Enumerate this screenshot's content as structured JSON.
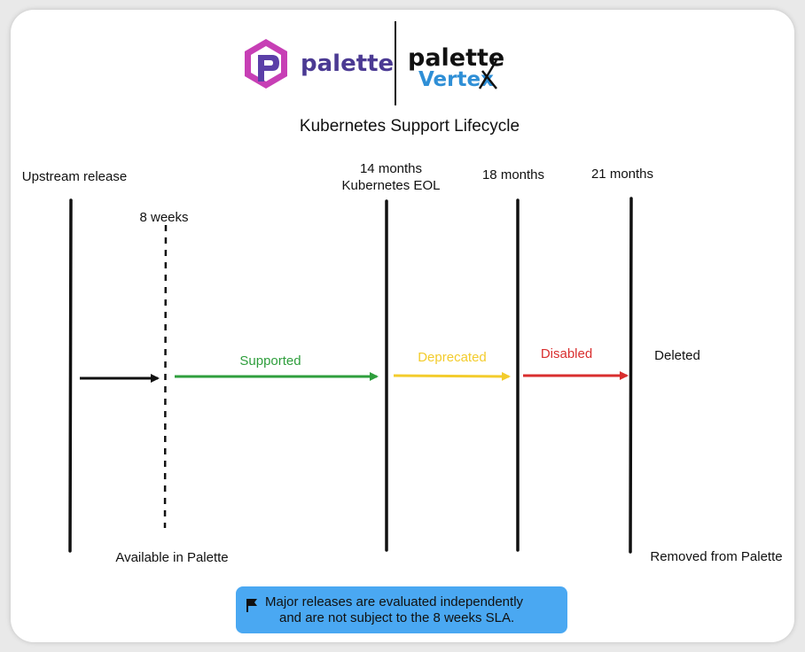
{
  "brand": {
    "palette_wordmark": "palette",
    "vertex_top": "palette",
    "vertex_bottom": "Vertex",
    "colors": {
      "palette_purple": "#5b3fa8",
      "palette_magenta": "#c73fb5",
      "vertex_blue": "#2f8fd6",
      "vertex_teal": "#2fb59b"
    }
  },
  "title": "Kubernetes Support Lifecycle",
  "milestones": {
    "upstream": "Upstream release",
    "eight_weeks": "8 weeks",
    "fourteen_months": "14 months",
    "kubernetes_eol": "Kubernetes EOL",
    "eighteen_months": "18 months",
    "twentyone_months": "21 months"
  },
  "phases": {
    "supported": {
      "label": "Supported",
      "color": "#2e9e3c"
    },
    "deprecated": {
      "label": "Deprecated",
      "color": "#f3cc2c"
    },
    "disabled": {
      "label": "Disabled",
      "color": "#d92e2e"
    },
    "deleted": {
      "label": "Deleted",
      "color": "#111111"
    }
  },
  "bottom_labels": {
    "available": "Available in Palette",
    "removed": "Removed from Palette"
  },
  "note": {
    "icon": "flag-icon",
    "line1": "Major releases are evaluated independently",
    "line2": "and are not subject to the 8 weeks SLA.",
    "color": "#4aa8f2"
  }
}
